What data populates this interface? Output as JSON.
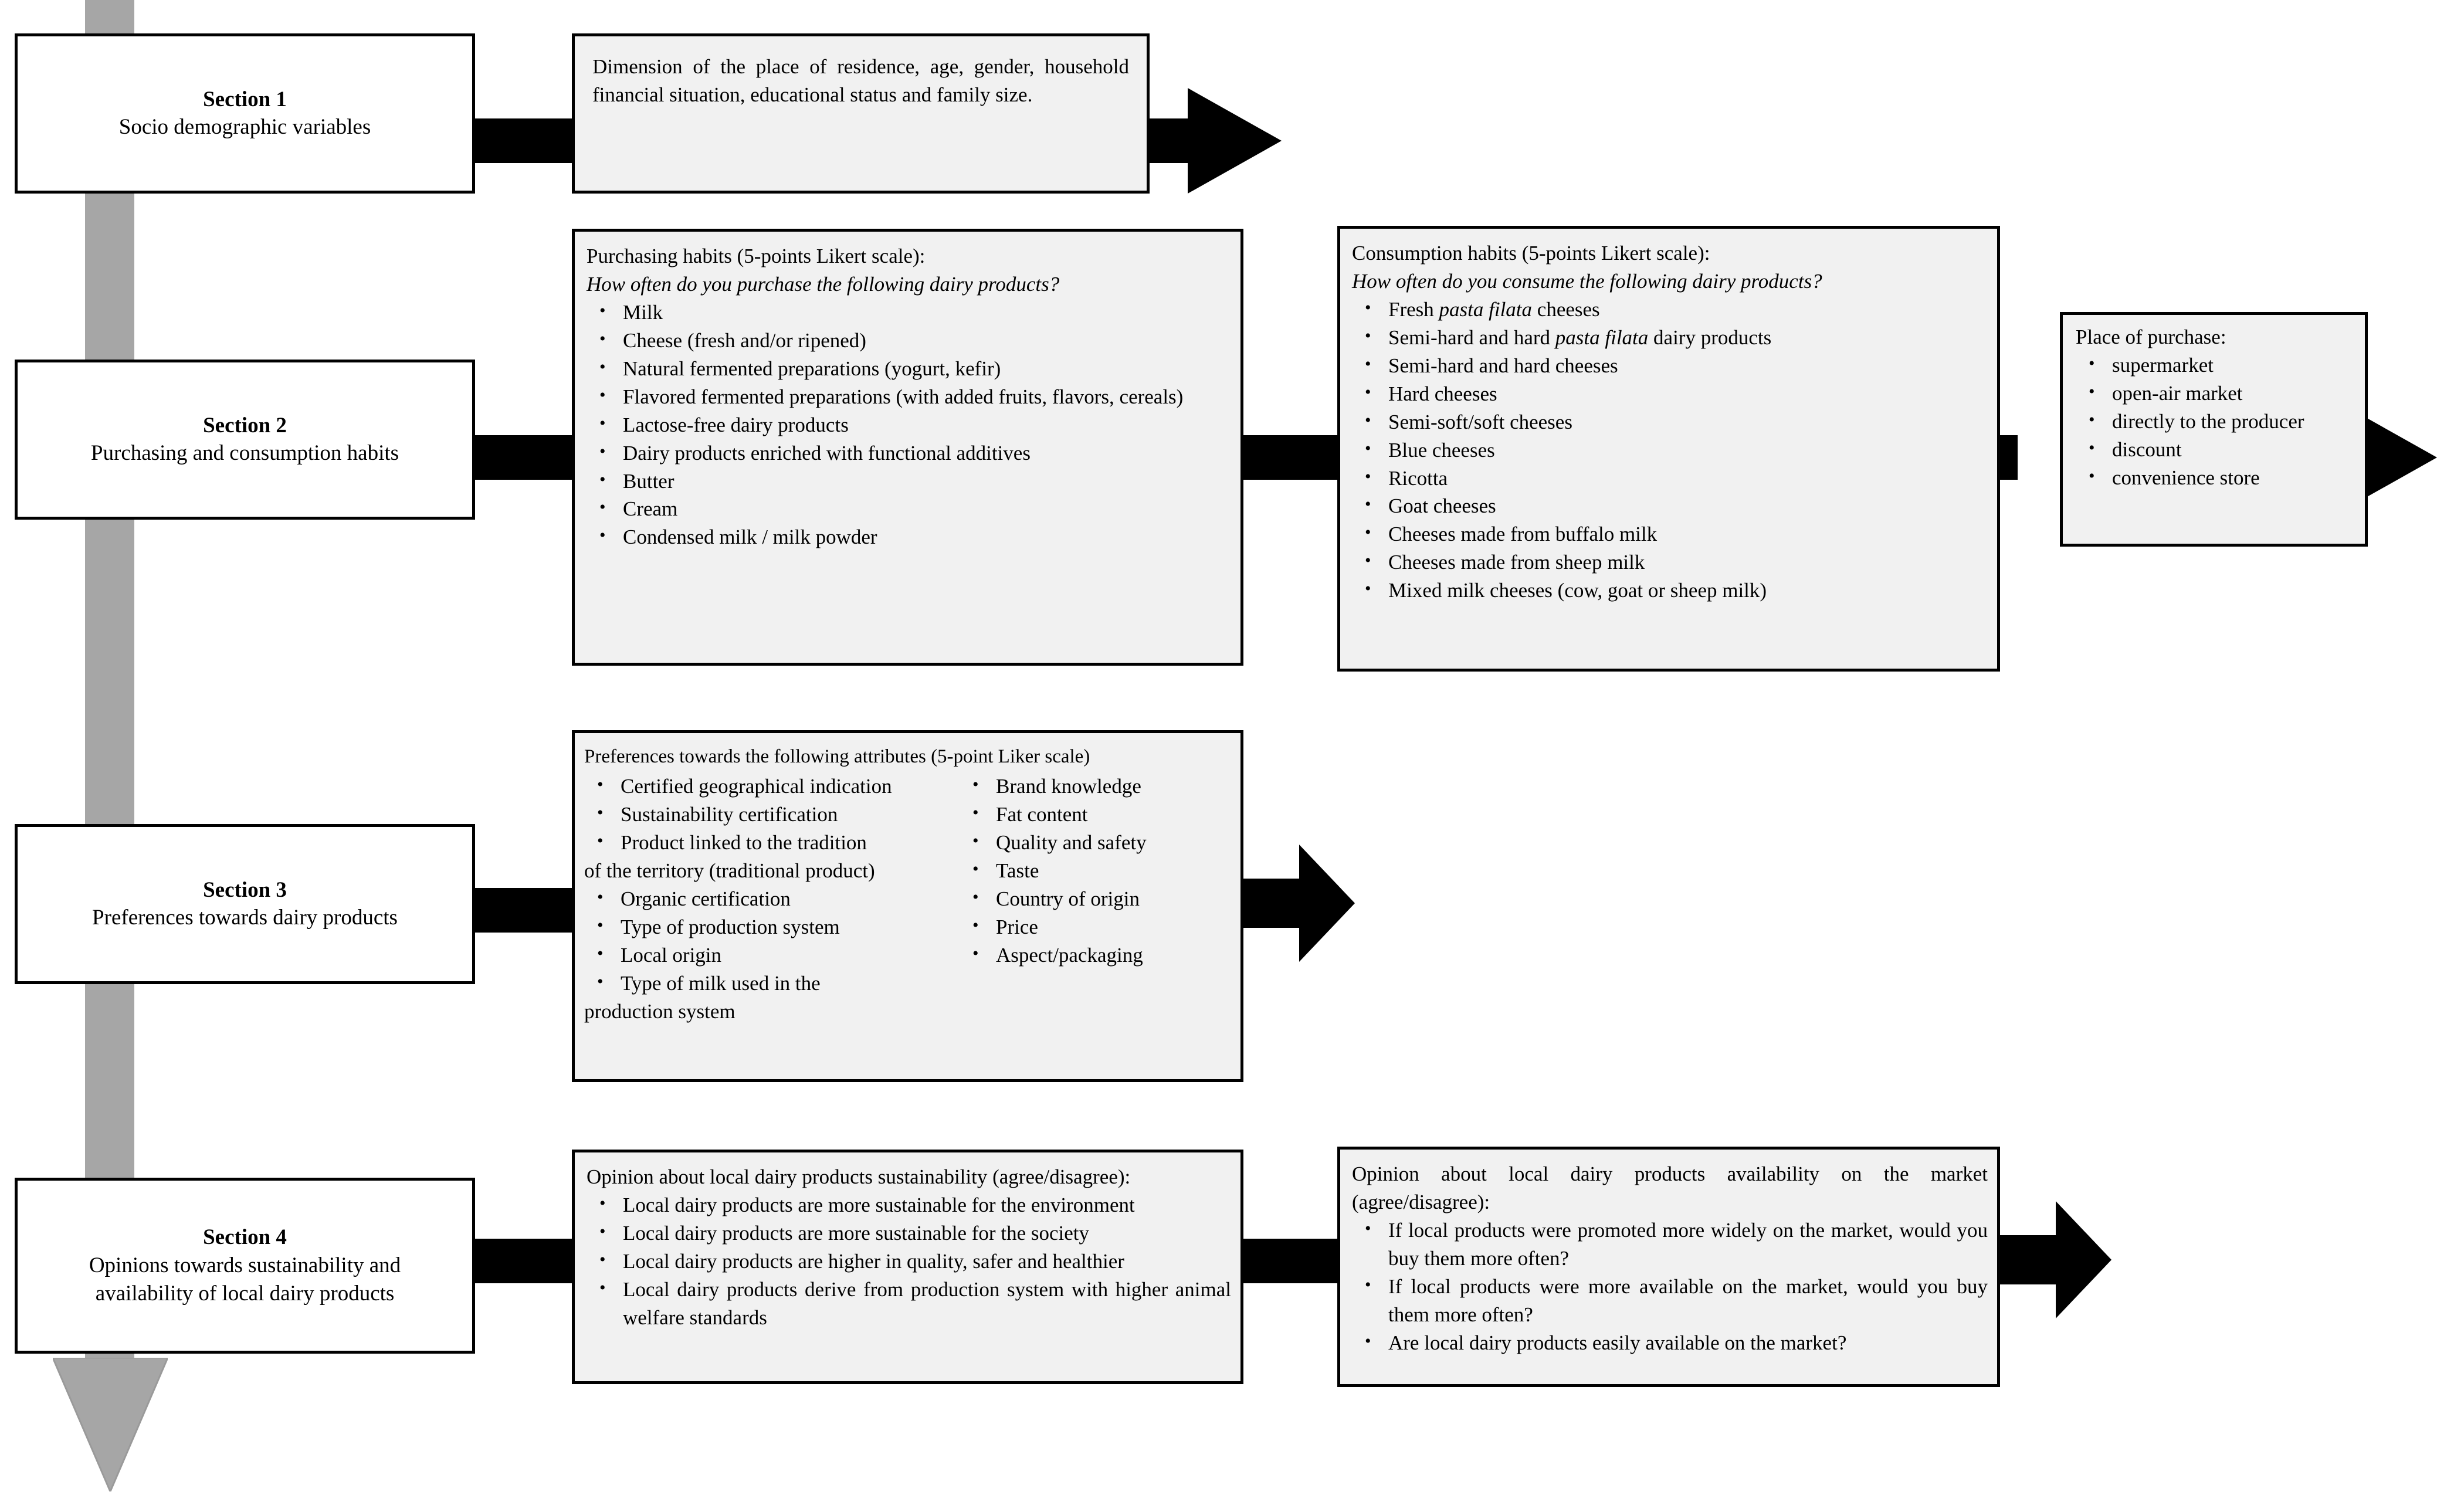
{
  "diagram": {
    "title": "Questionnaire structure flow diagram",
    "colors": {
      "spine_gray": "#a6a6a6",
      "detail_box_fill": "#f1f1f1",
      "section_box_fill": "#ffffff",
      "border": "#000000",
      "arrow_black": "#000000"
    }
  },
  "sections": [
    {
      "id": "section-1",
      "title": "Section 1",
      "subtitle": "Socio demographic variables"
    },
    {
      "id": "section-2",
      "title": "Section 2",
      "subtitle": "Purchasing and consumption habits"
    },
    {
      "id": "section-3",
      "title": "Section 3",
      "subtitle": "Preferences towards dairy products"
    },
    {
      "id": "section-4",
      "title": "Section 4",
      "subtitle_line1": "Opinions towards sustainability and",
      "subtitle_line2": "availability  of local dairy products"
    }
  ],
  "details": {
    "socio_demographic": {
      "paragraph": "Dimension of the place of residence, age, gender, household financial situation, educational status and family size."
    },
    "purchasing_habits": {
      "heading": "Purchasing habits (5-points Likert scale):",
      "question": "How often do you purchase the following dairy products?",
      "items": [
        "Milk",
        "Cheese (fresh and/or ripened)",
        "Natural fermented preparations (yogurt, kefir)",
        "Flavored fermented preparations (with added fruits, flavors, cereals)",
        "Lactose-free dairy products",
        "Dairy products enriched with functional additives",
        "Butter",
        "Cream",
        "Condensed milk / milk powder"
      ]
    },
    "consumption_habits": {
      "heading": "Consumption habits (5-points Likert scale):",
      "question": "How often do you consume the following dairy products?",
      "items": [
        {
          "pre": "Fresh ",
          "italic": "pasta filata",
          "post": " cheeses"
        },
        {
          "pre": "Semi-hard and hard ",
          "italic": "pasta filata",
          "post": " dairy products"
        },
        {
          "pre": "Semi-hard and hard cheeses",
          "italic": "",
          "post": ""
        },
        {
          "pre": "Hard cheeses",
          "italic": "",
          "post": ""
        },
        {
          "pre": "Semi-soft/soft cheeses",
          "italic": "",
          "post": ""
        },
        {
          "pre": "Blue cheeses",
          "italic": "",
          "post": ""
        },
        {
          "pre": "Ricotta",
          "italic": "",
          "post": ""
        },
        {
          "pre": "Goat cheeses",
          "italic": "",
          "post": ""
        },
        {
          "pre": "Cheeses made from buffalo milk",
          "italic": "",
          "post": ""
        },
        {
          "pre": "Cheeses made from sheep milk",
          "italic": "",
          "post": ""
        },
        {
          "pre": "Mixed milk cheeses (cow, goat or sheep milk)",
          "italic": "",
          "post": ""
        }
      ]
    },
    "place_of_purchase": {
      "heading": "Place of purchase:",
      "items": [
        "supermarket",
        "open-air market",
        "directly to the producer",
        "discount",
        "convenience store"
      ]
    },
    "preferences": {
      "heading": "Preferences towards the following attributes (5-point Liker scale)",
      "column_left": [
        {
          "text": "Certified geographical indication",
          "bullet": true
        },
        {
          "text": "Sustainability certification",
          "bullet": true
        },
        {
          "text": "Product linked to the tradition",
          "bullet": true
        },
        {
          "text": "of the territory (traditional product)",
          "bullet": false
        },
        {
          "text": "Organic certification",
          "bullet": true
        },
        {
          "text": "Type of production system",
          "bullet": true
        },
        {
          "text": "Local origin",
          "bullet": true
        },
        {
          "text": "Type of milk used in the",
          "bullet": true
        },
        {
          "text": "production system",
          "bullet": false
        }
      ],
      "column_right": [
        {
          "text": "Brand knowledge",
          "bullet": true
        },
        {
          "text": "Fat content",
          "bullet": true
        },
        {
          "text": "Quality and safety",
          "bullet": true
        },
        {
          "text": "Taste",
          "bullet": true
        },
        {
          "text": "Country of origin",
          "bullet": true
        },
        {
          "text": "Price",
          "bullet": true
        },
        {
          "text": "Aspect/packaging",
          "bullet": true
        }
      ]
    },
    "sustainability_opinion": {
      "heading": "Opinion about local dairy products sustainability (agree/disagree):",
      "items": [
        "Local dairy products are more sustainable for the environment",
        "Local dairy products are more sustainable for the society",
        "Local dairy products are higher in quality, safer and healthier",
        "Local dairy products derive from production system with higher animal welfare standards"
      ]
    },
    "availability_opinion": {
      "heading": "Opinion about local dairy products availability on the market (agree/disagree):",
      "items": [
        "If local products were promoted more widely on the market, would you buy them more often?",
        "If local products were more available on the market, would you buy them more often?",
        "Are local dairy products easily available on the market?"
      ]
    }
  }
}
